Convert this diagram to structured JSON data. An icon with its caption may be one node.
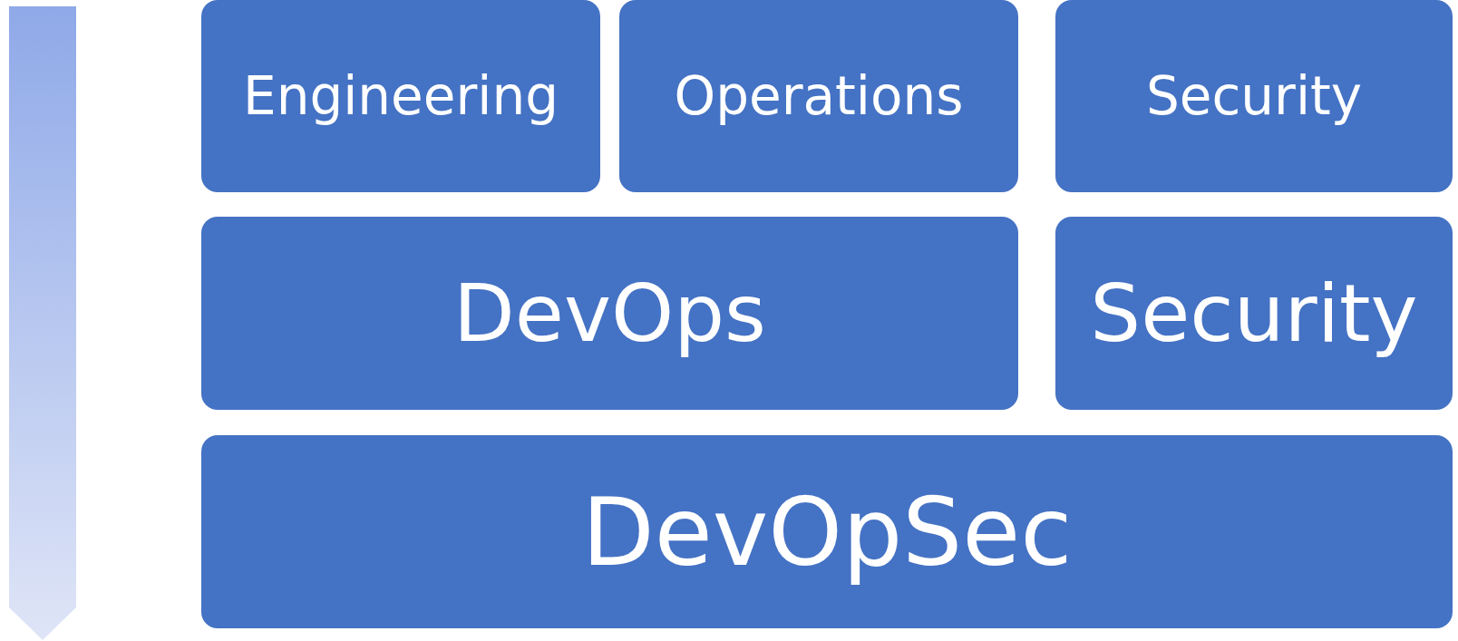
{
  "diagram": {
    "nodes": [
      {
        "text": [
          "Engineering"
        ]
      },
      {
        "text": [
          "Operations"
        ]
      },
      {
        "text": [
          "Security"
        ]
      },
      {
        "text": [
          "DevOps"
        ]
      },
      {
        "text": [
          "Security"
        ]
      },
      {
        "text": [
          "DevOpSec"
        ]
      }
    ]
  }
}
